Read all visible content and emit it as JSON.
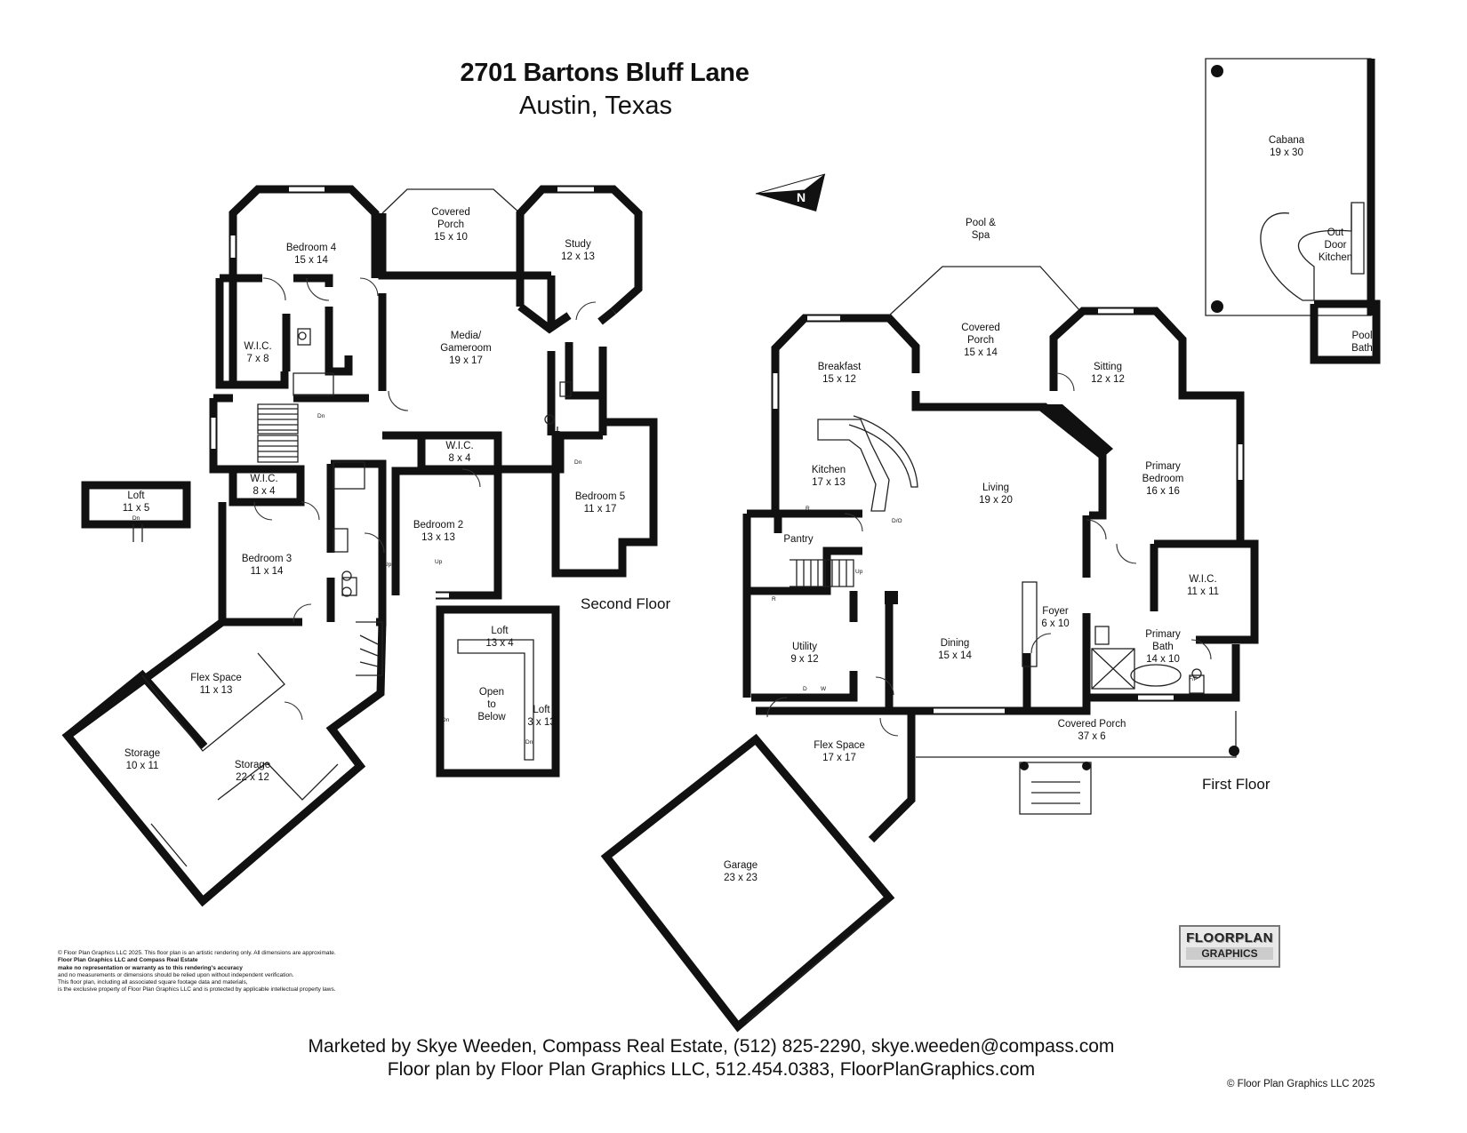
{
  "header": {
    "address": "2701 Bartons Bluff Lane",
    "city": "Austin, Texas"
  },
  "floors": {
    "second": "Second Floor",
    "first": "First Floor"
  },
  "rooms": {
    "loft_11x5": [
      "Loft",
      "11 x 5"
    ],
    "bedroom4": [
      "Bedroom 4",
      "15 x 14"
    ],
    "covered_porch_upper": [
      "Covered",
      "Porch",
      "15 x 10"
    ],
    "study": [
      "Study",
      "12 x 13"
    ],
    "wic_7x8": [
      "W.I.C.",
      "7 x 8"
    ],
    "media": [
      "Media/",
      "Gameroom",
      "19 x 17"
    ],
    "wic_8x4_b3": [
      "W.I.C.",
      "8 x 4"
    ],
    "wic_8x4_b2": [
      "W.I.C.",
      "8 x 4"
    ],
    "bedroom5": [
      "Bedroom 5",
      "11 x 17"
    ],
    "bedroom2": [
      "Bedroom 2",
      "13 x 13"
    ],
    "bedroom3": [
      "Bedroom 3",
      "11 x 14"
    ],
    "flex_upper": [
      "Flex Space",
      "11 x 13"
    ],
    "storage_10x11": [
      "Storage",
      "10 x 11"
    ],
    "storage_22x12": [
      "Storage",
      "22 x 12"
    ],
    "loft_13x4": [
      "Loft",
      "13 x 4"
    ],
    "open_below": [
      "Open",
      "to",
      "Below"
    ],
    "loft_3x13": [
      "Loft",
      "3 x 13"
    ],
    "cabana": [
      "Cabana",
      "19 x 30"
    ],
    "outdoor_kitchen": [
      "Out",
      "Door",
      "Kitchen"
    ],
    "pool_bath": [
      "Pool",
      "Bath"
    ],
    "pool_spa": [
      "Pool &",
      "Spa"
    ],
    "covered_porch_lower": [
      "Covered",
      "Porch",
      "15 x 14"
    ],
    "breakfast": [
      "Breakfast",
      "15 x 12"
    ],
    "sitting": [
      "Sitting",
      "12 x 12"
    ],
    "kitchen": [
      "Kitchen",
      "17 x 13"
    ],
    "living": [
      "Living",
      "19 x 20"
    ],
    "primary_bedroom": [
      "Primary",
      "Bedroom",
      "16 x 16"
    ],
    "pantry": [
      "Pantry"
    ],
    "wic_11x11": [
      "W.I.C.",
      "11 x 11"
    ],
    "foyer": [
      "Foyer",
      "6 x 10"
    ],
    "utility": [
      "Utility",
      "9 x 12"
    ],
    "dining": [
      "Dining",
      "15 x 14"
    ],
    "primary_bath": [
      "Primary",
      "Bath",
      "14 x 10"
    ],
    "covered_porch_front": [
      "Covered Porch",
      "37 x 6"
    ],
    "flex_lower": [
      "Flex Space",
      "17 x 17"
    ],
    "garage": [
      "Garage",
      "23 x 23"
    ]
  },
  "small_labels": {
    "dn": "Dn",
    "up": "Up",
    "fp": "F/P",
    "r": "R",
    "do": "D/O",
    "d": "D",
    "w": "W"
  },
  "disclaimer": [
    "© Floor Plan Graphics LLC 2025. This floor plan is an artistic rendering only. All dimensions are approximate.",
    "Floor Plan Graphics LLC and Compass Real Estate",
    "make no representation or warranty as to this rendering's accuracy",
    "and no measurements or dimensions should be relied upon without independent verification.",
    "This floor plan, including all associated square footage data and materials,",
    "is the exclusive property of Floor Plan Graphics LLC and is protected by applicable intellectual property laws."
  ],
  "logo": {
    "line1": "FLOORPLAN",
    "line2": "GRAPHICS"
  },
  "footer": {
    "marketed": "Marketed by Skye Weeden, Compass Real Estate, (512) 825-2290, skye.weeden@compass.com",
    "floorplan": "Floor plan by Floor Plan Graphics LLC, 512.454.0383, FloorPlanGraphics.com",
    "copyright": "© Floor Plan Graphics LLC 2025"
  },
  "icons": {
    "compass": "north-arrow-icon"
  }
}
